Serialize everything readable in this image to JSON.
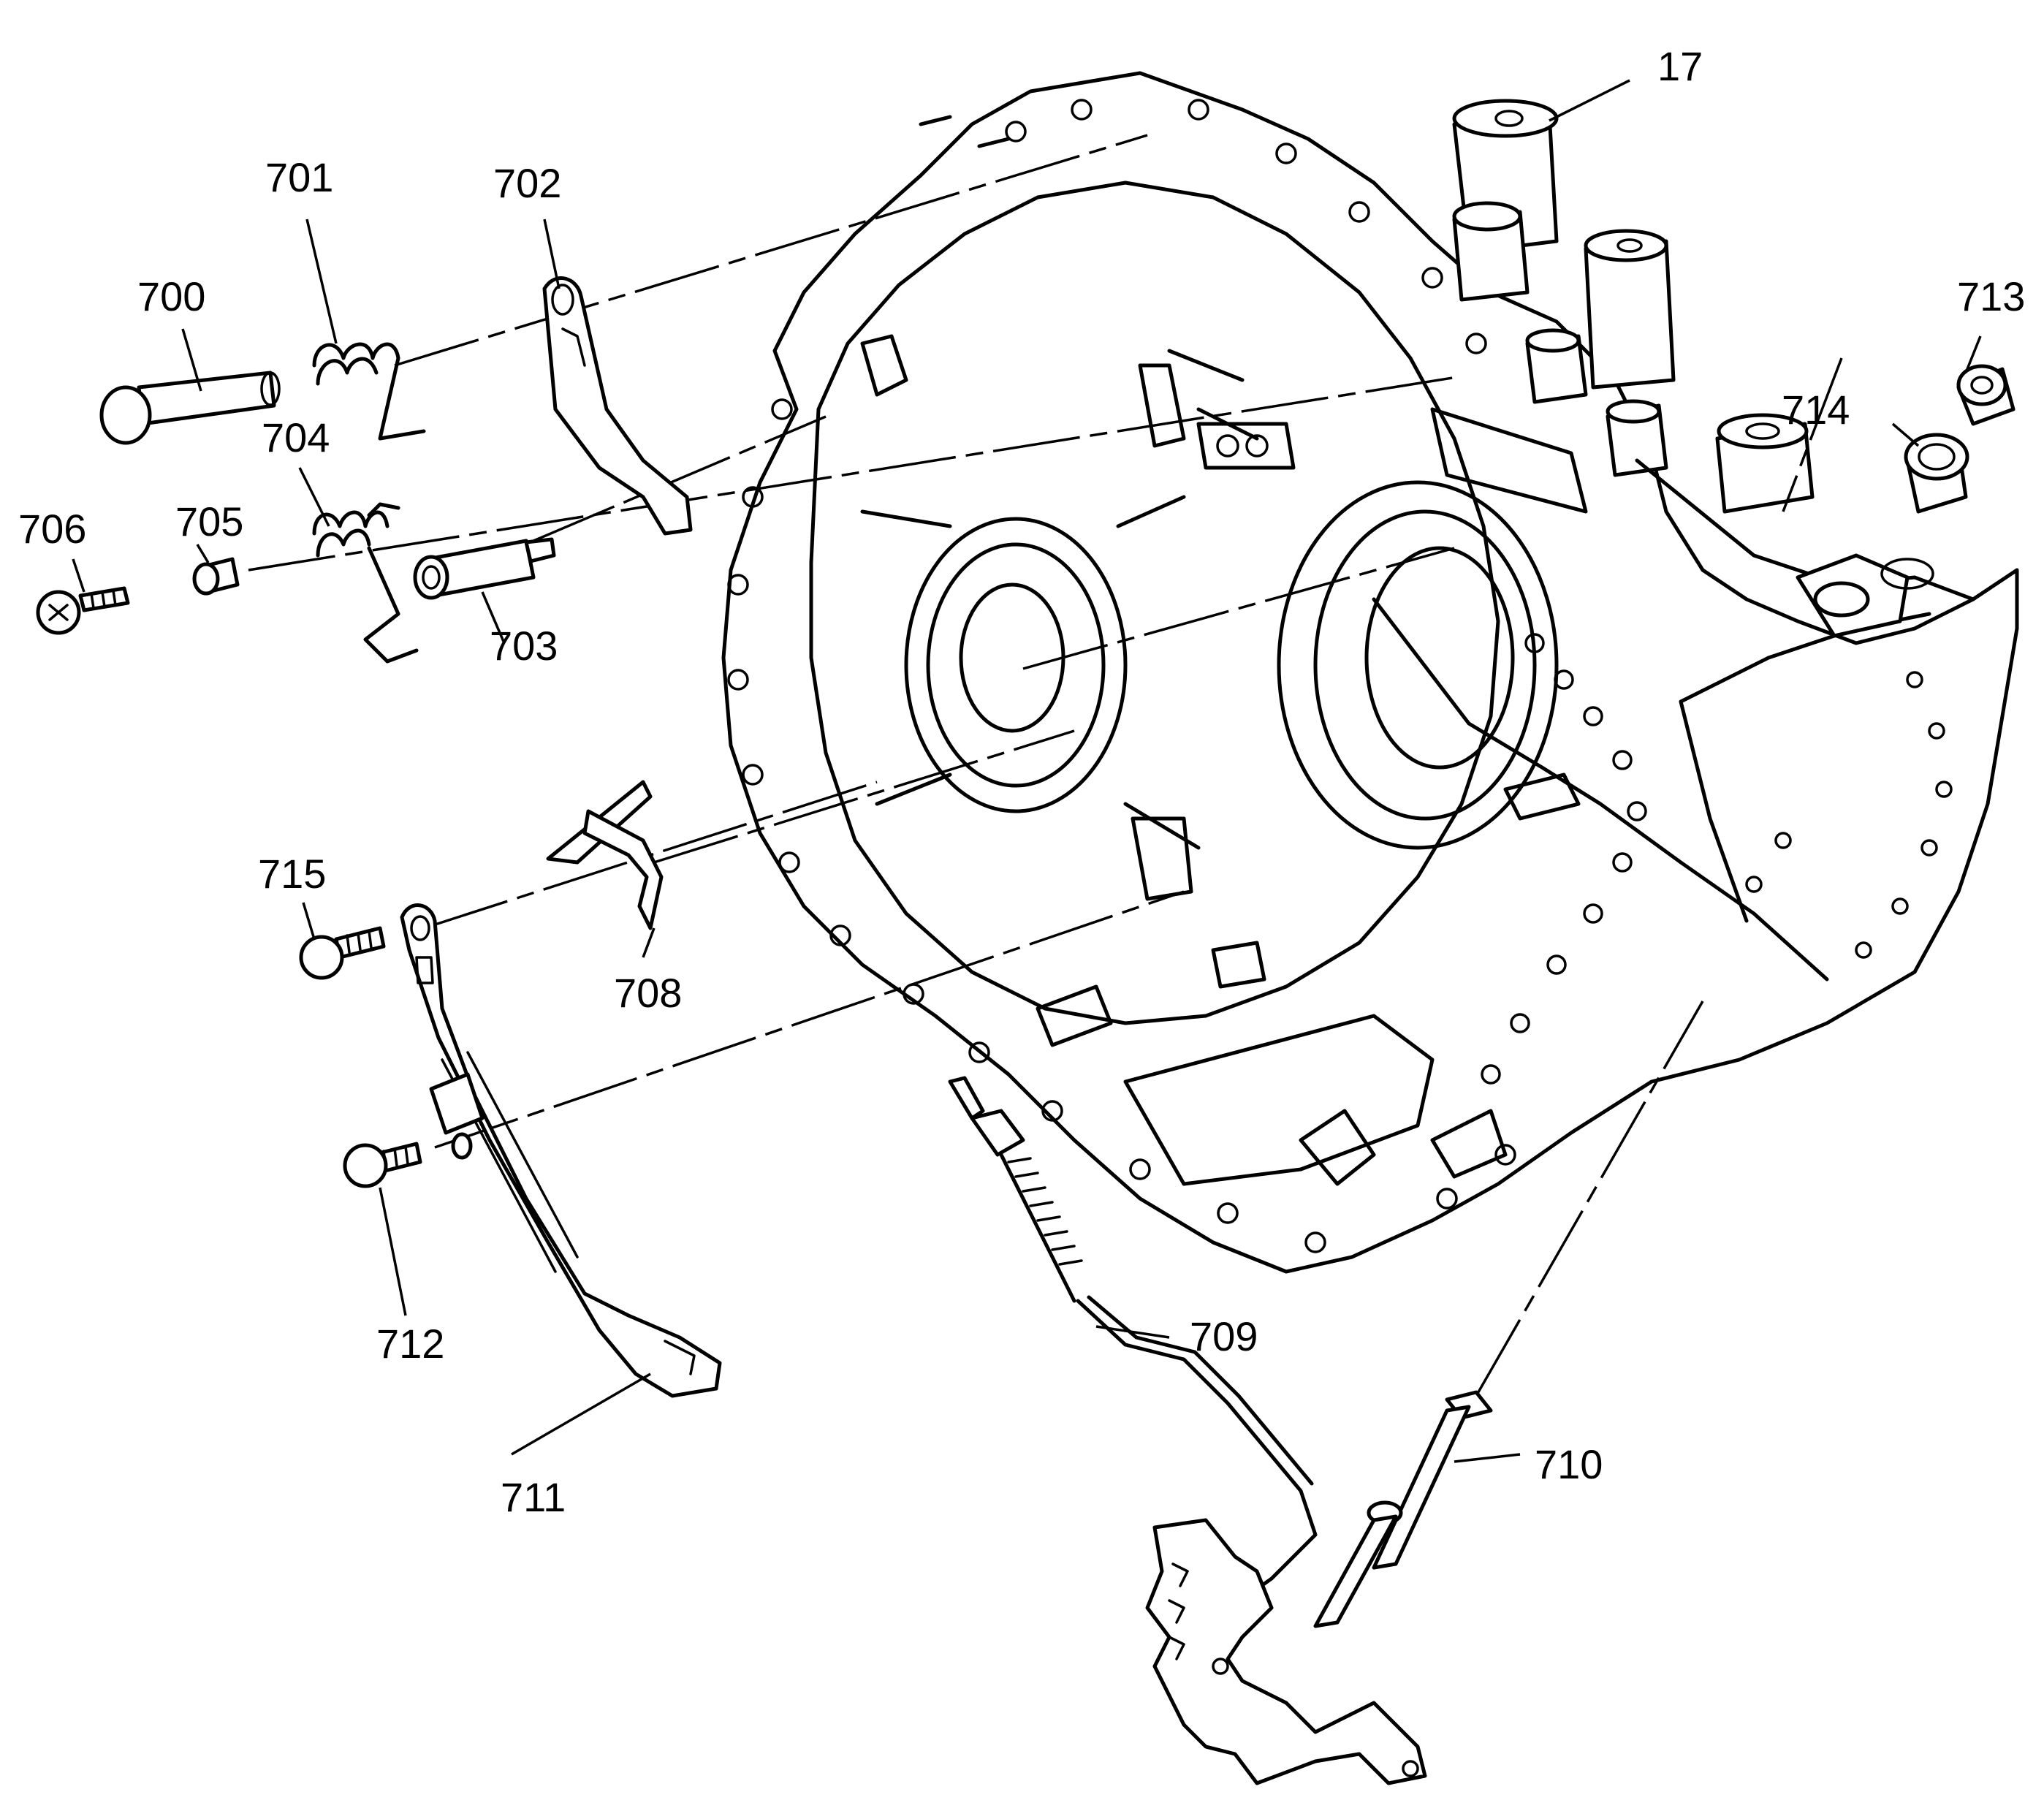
{
  "callouts": {
    "c17": "17",
    "c700": "700",
    "c701": "701",
    "c702": "702",
    "c703": "703",
    "c704": "704",
    "c705": "705",
    "c706": "706",
    "c708": "708",
    "c709": "709",
    "c710": "710",
    "c711": "711",
    "c712": "712",
    "c713": "713",
    "c714": "714",
    "c715": "715"
  }
}
